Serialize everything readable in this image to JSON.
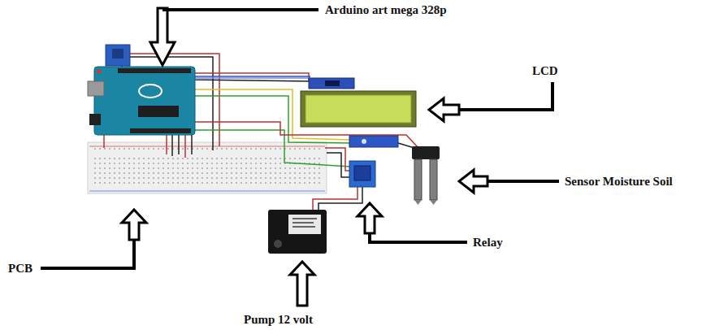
{
  "diagram": {
    "labels": [
      "Arduino art mega 328p",
      "LCD",
      "Sensor Moisture Soil",
      "Relay",
      "PCB",
      "Pump 12 volt"
    ]
  }
}
